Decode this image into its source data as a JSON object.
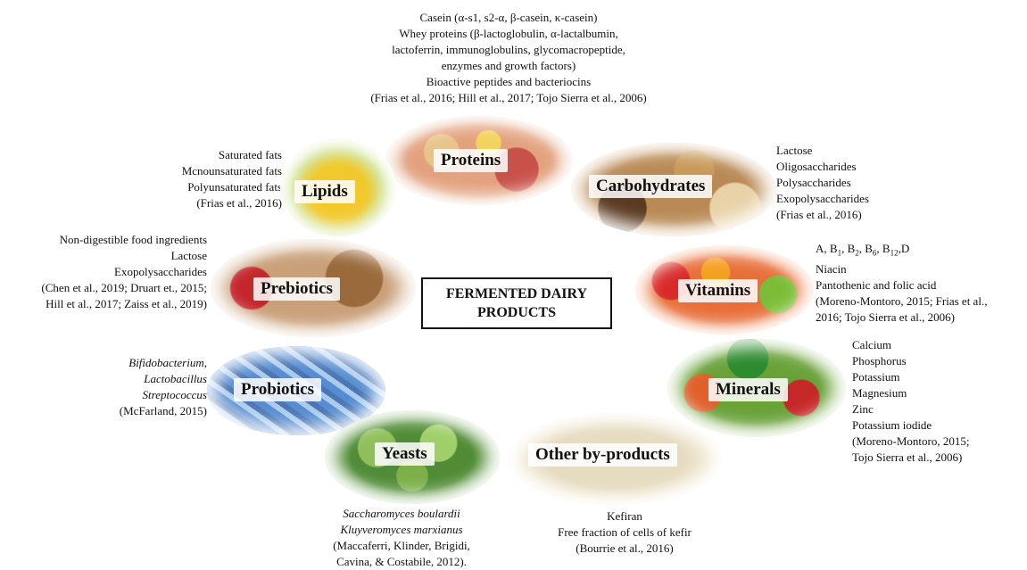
{
  "center": {
    "line1": "FERMENTED DAIRY",
    "line2": "PRODUCTS"
  },
  "categories": {
    "proteins": "Proteins",
    "carbohydrates": "Carbohydrates",
    "lipids": "Lipids",
    "prebiotics": "Prebiotics",
    "vitamins": "Vitamins",
    "minerals": "Minerals",
    "probiotics": "Probiotics",
    "yeasts": "Yeasts",
    "other": "Other by-products"
  },
  "notes": {
    "proteins": [
      "Casein (α-s1, s2-α, β-casein, κ-casein)",
      "Whey proteins (β-lactoglobulin, α-lactalbumin,",
      "lactoferrin, immunoglobulins, glycomacropeptide,",
      "enzymes and growth factors)",
      "Bioactive peptides and bacteriocins",
      "(Frias et al., 2016; Hill et al., 2017; Tojo Sierra et al., 2006)"
    ],
    "carbohydrates": [
      "Lactose",
      "Oligosaccharides",
      "Polysaccharides",
      "Exopolysaccharides",
      "(Frias et al., 2016)"
    ],
    "lipids": [
      "Saturated fats",
      "Mcnounsaturated fats",
      "Polyunsaturated fats",
      "(Frias et al., 2016)"
    ],
    "prebiotics": [
      "Non-digestible food ingredients",
      "Lactose",
      "Exopolysaccharides",
      "(Chen et al., 2019; Druart et., 2015;",
      "Hill et al., 2017; Zaiss et al., 2019)"
    ],
    "vitamins": {
      "line1": "A, B1, B2, B6, B12,D",
      "line2": "Niacin",
      "line3": "Pantothenic and folic acid",
      "line4": "(Moreno-Montoro, 2015; Frias et al.,",
      "line5": "2016; Tojo Sierra et al., 2006)"
    },
    "minerals": [
      "Calcium",
      "Phosphorus",
      "Potassium",
      "Magnesium",
      "Zinc",
      "Potassium iodide",
      "(Moreno-Montoro, 2015;",
      "Tojo Sierra et al., 2006)"
    ],
    "probiotics": {
      "italic1": "Bifidobacterium,",
      "italic2": "Lactobacillus",
      "italic3": "Streptococcus",
      "ref": "(McFarland, 2015)"
    },
    "yeasts": {
      "italic1": "Saccharomyces boulardii",
      "italic2": "Kluyveromyces marxianus",
      "ref1": "(Maccaferri, Klinder, Brigidi,",
      "ref2": "Cavina, & Costabile, 2012)."
    },
    "other": [
      "Kefiran",
      "Free fraction of cells of kefir",
      "(Bourrie et al., 2016)"
    ]
  }
}
